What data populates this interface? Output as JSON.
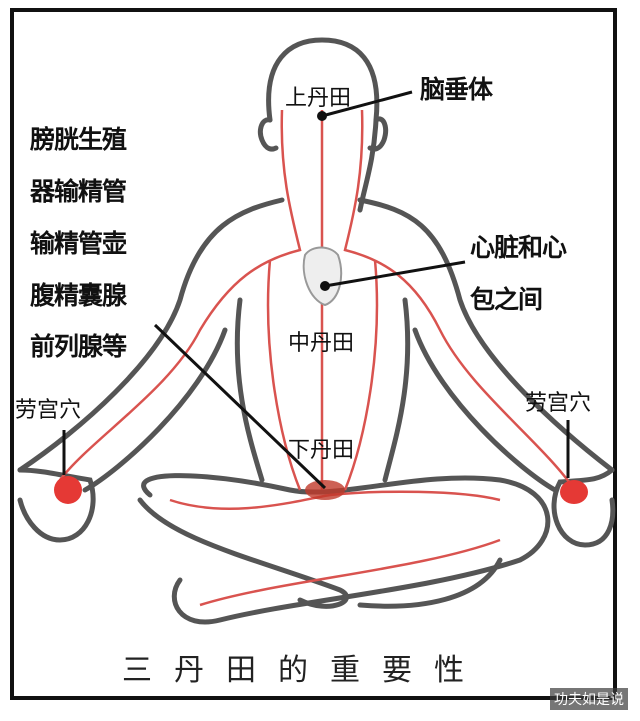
{
  "left_labels": [
    "膀胱生殖",
    "器输精管",
    "输精管壶",
    "腹精囊腺",
    "前列腺等"
  ],
  "upper_dantian": "上丹田",
  "pituitary": "脑垂体",
  "heart_label": [
    "心脏和心",
    "包之间"
  ],
  "middle_dantian": "中丹田",
  "lower_dantian": "下丹田",
  "laogong_left": "劳宫穴",
  "laogong_right": "劳宫穴",
  "title": "三丹田的重要性",
  "watermark": "功夫如是说",
  "colors": {
    "body_outline": "#555555",
    "meridian": "#d9534f",
    "point": "#e53935",
    "frame": "#111111"
  }
}
